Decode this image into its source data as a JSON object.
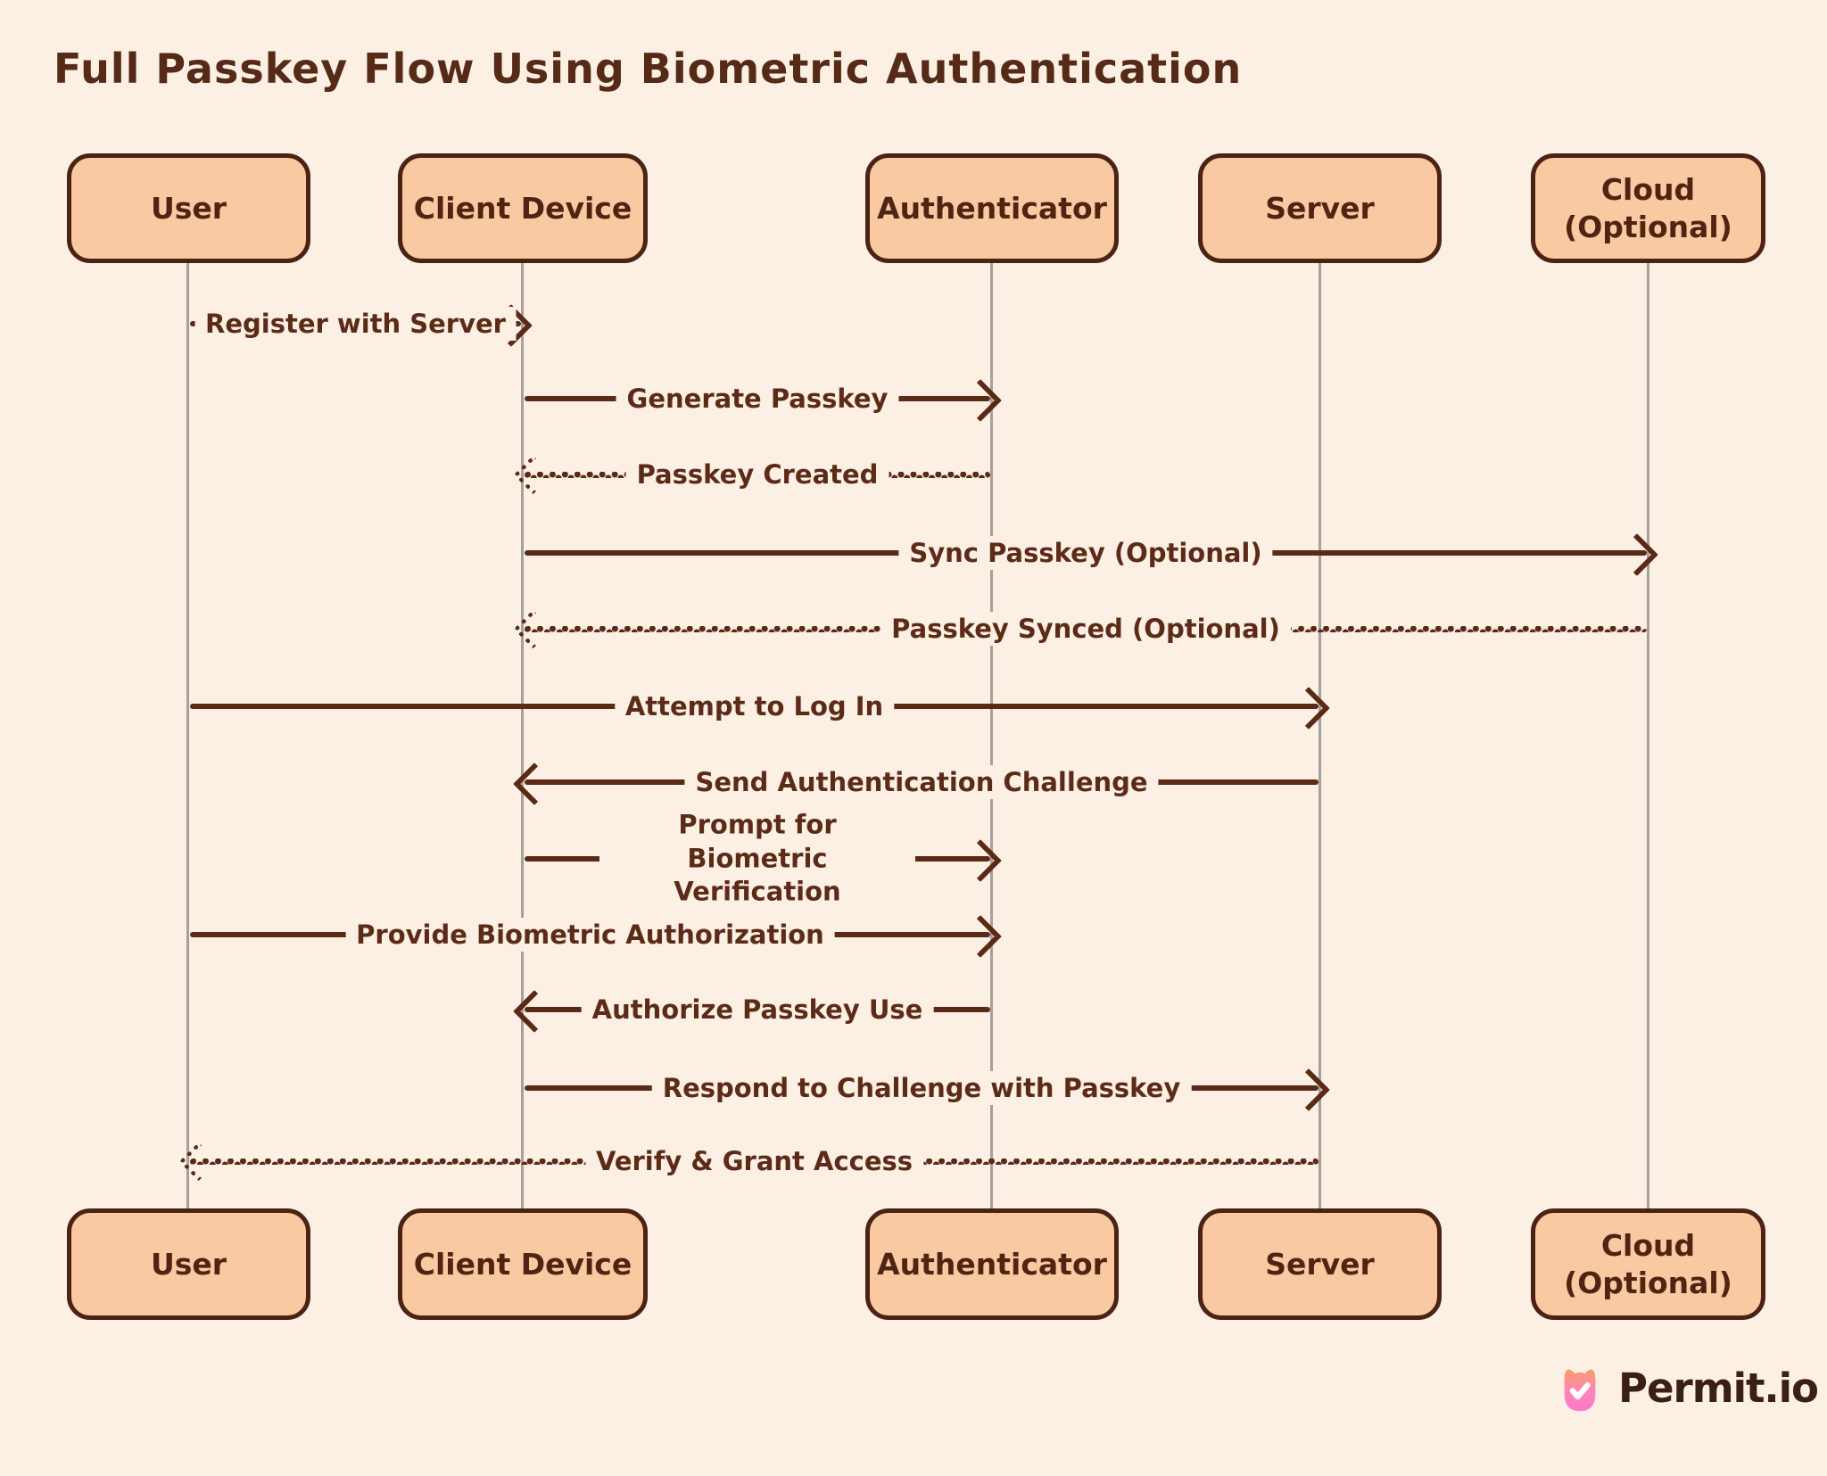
{
  "title": "Full Passkey Flow Using Biometric Authentication",
  "diagram_type": "sequence-diagram",
  "actors": [
    {
      "label": "User"
    },
    {
      "label": "Client Device"
    },
    {
      "label": "Authenticator"
    },
    {
      "label": "Server"
    },
    {
      "label": "Cloud (Optional)",
      "lines": [
        "Cloud",
        "(Optional)"
      ]
    }
  ],
  "messages": [
    {
      "from": "User",
      "to": "Client Device",
      "label": "Register with Server",
      "line": "solid",
      "direction": "right"
    },
    {
      "from": "Client Device",
      "to": "Authenticator",
      "label": "Generate Passkey",
      "line": "solid",
      "direction": "right"
    },
    {
      "from": "Authenticator",
      "to": "Client Device",
      "label": "Passkey Created",
      "line": "dotted",
      "direction": "left"
    },
    {
      "from": "Client Device",
      "to": "Cloud (Optional)",
      "label": "Sync Passkey (Optional)",
      "line": "solid",
      "direction": "right"
    },
    {
      "from": "Cloud (Optional)",
      "to": "Client Device",
      "label": "Passkey Synced (Optional)",
      "line": "dotted",
      "direction": "left"
    },
    {
      "from": "User",
      "to": "Server",
      "label": "Attempt to Log In",
      "line": "solid",
      "direction": "right"
    },
    {
      "from": "Server",
      "to": "Client Device",
      "label": "Send Authentication Challenge",
      "line": "solid",
      "direction": "left"
    },
    {
      "from": "Client Device",
      "to": "Authenticator",
      "label": "Prompt for Biometric Verification",
      "line": "solid",
      "direction": "right"
    },
    {
      "from": "User",
      "to": "Authenticator",
      "label": "Provide Biometric Authorization",
      "line": "solid",
      "direction": "right"
    },
    {
      "from": "Authenticator",
      "to": "Client Device",
      "label": "Authorize Passkey Use",
      "line": "solid",
      "direction": "left"
    },
    {
      "from": "Client Device",
      "to": "Server",
      "label": "Respond to Challenge with Passkey",
      "line": "solid",
      "direction": "right"
    },
    {
      "from": "Server",
      "to": "User",
      "label": "Verify & Grant Access",
      "line": "dotted",
      "direction": "left"
    }
  ],
  "branding": {
    "logo_text": "Permit.io",
    "logo_icon": "permit-cat-check-icon"
  },
  "colors": {
    "background": "#fcefe3",
    "box_fill": "#f9c9a2",
    "ink": "#542818",
    "lifeline": "#a5a09c",
    "logo_gradient_top": "#f99e6d",
    "logo_gradient_bottom": "#fc77cf",
    "logo_text_color": "#3a2014"
  }
}
